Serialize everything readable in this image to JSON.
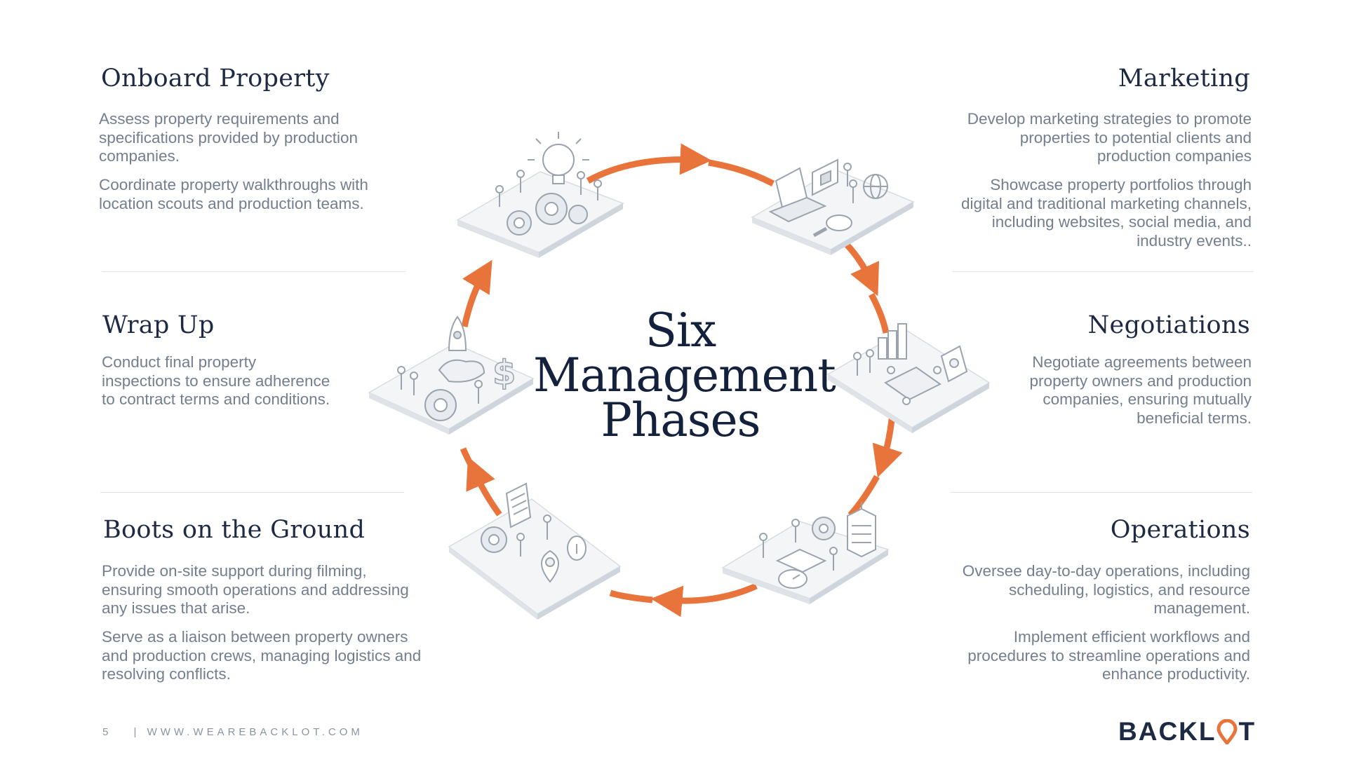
{
  "center": {
    "line1": "Six",
    "line2": "Management",
    "line3": "Phases"
  },
  "phases": {
    "onboard": {
      "title": "Onboard Property",
      "p1": "Assess property requirements and specifications provided by production companies.",
      "p2": "Coordinate property walkthroughs with location scouts and production teams."
    },
    "marketing": {
      "title": "Marketing",
      "p1": "Develop marketing strategies to promote properties to potential clients and production companies",
      "p2": "Showcase property portfolios through digital and traditional marketing channels, including websites, social media, and industry events.."
    },
    "wrapup": {
      "title": "Wrap Up",
      "p1": "Conduct final property inspections to ensure adherence to contract terms and conditions."
    },
    "negotiations": {
      "title": "Negotiations",
      "p1": "Negotiate agreements between property owners and production companies, ensuring mutually beneficial terms."
    },
    "boots": {
      "title": "Boots on the Ground",
      "p1": "Provide on-site support during filming, ensuring smooth operations and addressing any issues that arise.",
      "p2": "Serve as a liaison between property owners and production crews, managing logistics and resolving conflicts."
    },
    "operations": {
      "title": "Operations",
      "p1": "Oversee day-to-day operations, including scheduling, logistics, and resource management.",
      "p2": "Implement efficient workflows and procedures to streamline operations and enhance productivity."
    }
  },
  "footer": {
    "page_number": "5",
    "website": "WWW.WEAREBACKLOT.COM",
    "logo_part1": "BACKL",
    "logo_part2": "T"
  },
  "colors": {
    "accent": "#e8743b",
    "navy": "#1e2a44",
    "body_text": "#737e8f",
    "platform": "#eef0f3"
  },
  "icons": [
    "lightbulb-icon",
    "gears-icon",
    "laptop-icon",
    "magnifier-icon",
    "chart-bars-icon",
    "contract-icon",
    "building-icon",
    "clipboard-icon",
    "map-pin-icon",
    "rocket-icon",
    "dollar-icon"
  ]
}
